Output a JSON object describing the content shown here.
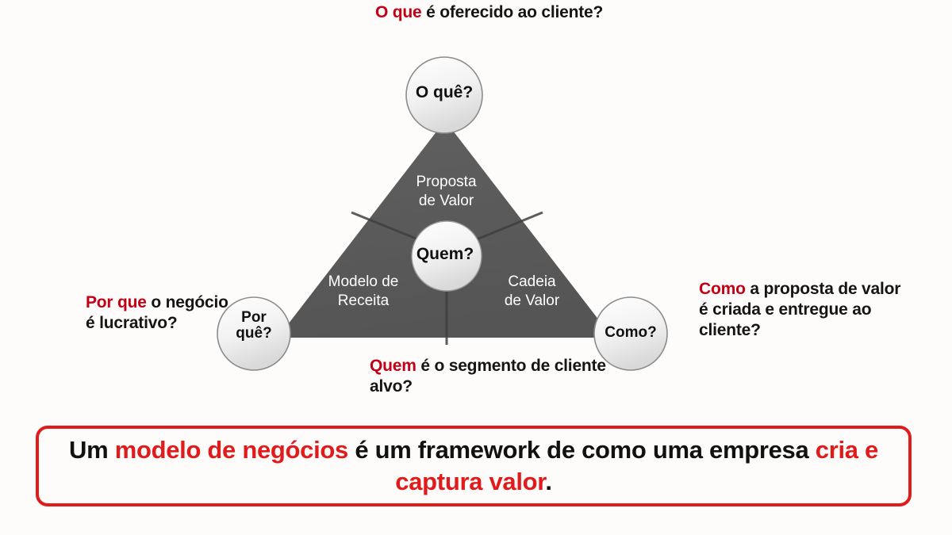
{
  "slide": {
    "background_color": "#fdfcfb",
    "accent_red": "#e01b1b",
    "label_red": "#c30016",
    "triangle_gray": "#5a5a5a",
    "circle_fill": "#ededed",
    "sector_text_color": "#ffffff"
  },
  "annotations": {
    "top": {
      "keyword": "O que",
      "rest": " é oferecido ao cliente?"
    },
    "left": {
      "keyword": "Por que",
      "rest": " o negócio é lucrativo?"
    },
    "right": {
      "keyword": "Como",
      "rest": " a proposta de valor é criada e entregue ao cliente?"
    },
    "bottom": {
      "keyword": "Quem",
      "rest": " é o segmento de cliente alvo?"
    }
  },
  "nodes": {
    "what": {
      "label": "O quê?"
    },
    "why": {
      "label": "Por\nquê?"
    },
    "how": {
      "label": "Como?"
    },
    "who": {
      "label": "Quem?"
    }
  },
  "sectors": [
    {
      "id": "value-proposition",
      "label": "Proposta\nde Valor"
    },
    {
      "id": "revenue-model",
      "label": "Modelo de\nReceita"
    },
    {
      "id": "value-chain",
      "label": "Cadeia\nde Valor"
    }
  ],
  "statement": {
    "part1": "Um ",
    "highlight1": "modelo de negócios",
    "part2": " é um framework de como uma empresa ",
    "highlight2": "cria e captura valor",
    "part3": "."
  }
}
